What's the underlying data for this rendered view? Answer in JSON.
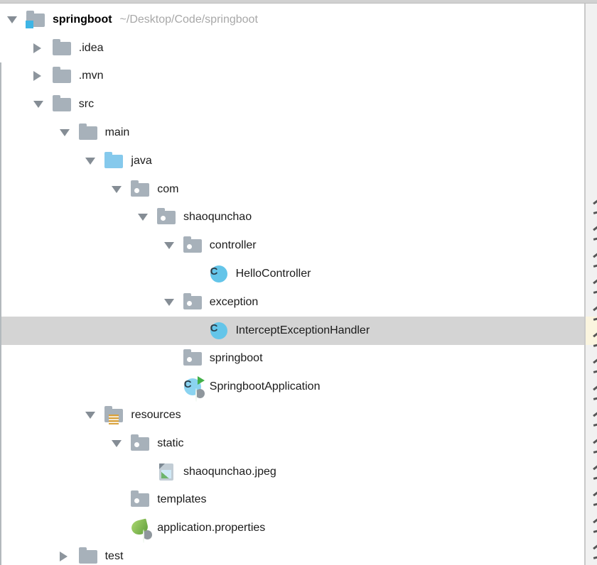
{
  "panel": {
    "name": "project-tool-window",
    "selected_item": "InterceptExceptionHandler"
  },
  "tree": {
    "rows": [
      {
        "label": "springboot",
        "hint": "~/Desktop/Code/springboot",
        "level": 0,
        "icon": "project-root-icon",
        "arrow": "expanded",
        "bold": true
      },
      {
        "label": ".idea",
        "level": 1,
        "icon": "folder-icon",
        "arrow": "collapsed"
      },
      {
        "label": ".mvn",
        "level": 1,
        "icon": "folder-icon",
        "arrow": "collapsed"
      },
      {
        "label": "src",
        "level": 1,
        "icon": "folder-icon",
        "arrow": "expanded"
      },
      {
        "label": "main",
        "level": 2,
        "icon": "folder-icon",
        "arrow": "expanded"
      },
      {
        "label": "java",
        "level": 3,
        "icon": "source-folder-icon",
        "arrow": "expanded"
      },
      {
        "label": "com",
        "level": 4,
        "icon": "package-icon",
        "arrow": "expanded"
      },
      {
        "label": "shaoqunchao",
        "level": 5,
        "icon": "package-icon",
        "arrow": "expanded"
      },
      {
        "label": "controller",
        "level": 6,
        "icon": "package-icon",
        "arrow": "expanded"
      },
      {
        "label": "HelloController",
        "level": 7,
        "icon": "class-icon",
        "arrow": "none"
      },
      {
        "label": "exception",
        "level": 6,
        "icon": "package-icon",
        "arrow": "expanded"
      },
      {
        "label": "InterceptExceptionHandler",
        "level": 7,
        "icon": "class-icon",
        "arrow": "none",
        "selected": true
      },
      {
        "label": "springboot",
        "level": 6,
        "icon": "package-icon",
        "arrow": "none"
      },
      {
        "label": "SpringbootApplication",
        "level": 6,
        "icon": "main-class-run-icon",
        "arrow": "none"
      },
      {
        "label": "resources",
        "level": 3,
        "icon": "resources-folder-icon",
        "arrow": "expanded"
      },
      {
        "label": "static",
        "level": 4,
        "icon": "package-icon",
        "arrow": "expanded"
      },
      {
        "label": "shaoqunchao.jpeg",
        "level": 5,
        "icon": "image-file-icon",
        "arrow": "none"
      },
      {
        "label": "templates",
        "level": 4,
        "icon": "package-icon",
        "arrow": "none"
      },
      {
        "label": "application.properties",
        "level": 4,
        "icon": "spring-properties-icon",
        "arrow": "none"
      },
      {
        "label": "test",
        "level": 2,
        "icon": "folder-icon",
        "arrow": "collapsed"
      }
    ]
  },
  "colors": {
    "selection_background": "#d4d4d4",
    "folder_icon": "#a7b1ba",
    "source_folder_icon": "#85c9ec",
    "class_icon_blue": "#64c5e9",
    "run_overlay_green": "#43b049",
    "spring_green": "#66a33f",
    "resources_badge_yellow": "#d9a23c",
    "project_badge_blue": "#3eb5e5",
    "gutter_background": "#f1f1f1",
    "gutter_highlight": "#fbf5df"
  }
}
